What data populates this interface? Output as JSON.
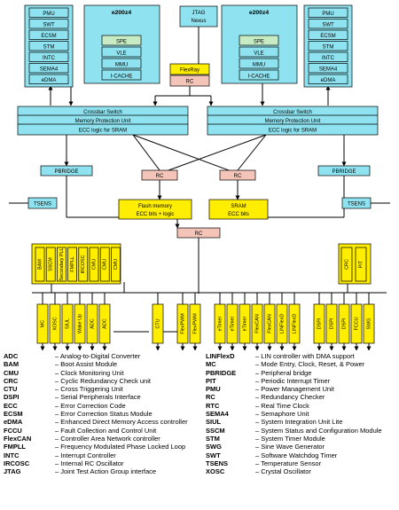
{
  "blocks": {
    "left_core": {
      "title": "e200z4",
      "units": [
        "SPE",
        "VLE",
        "MMU",
        "I-CACHE"
      ]
    },
    "right_core": {
      "title": "e200z4",
      "units": [
        "SPE",
        "VLE",
        "MMU",
        "I-CACHE"
      ]
    },
    "jtag": [
      "JTAG",
      "Nexus"
    ],
    "left_periph": [
      "PMU",
      "SWT",
      "ECSM",
      "STM",
      "INTC",
      "SEMA4",
      "eDMA"
    ],
    "right_periph": [
      "PMU",
      "SWT",
      "ECSM",
      "STM",
      "INTC",
      "SEMA4",
      "eDMA"
    ],
    "flexray": "FlexRay",
    "rc": "RC",
    "crossbar": [
      "Crossbar Switch",
      "Memory Protection Unit",
      "ECC logic for SRAM"
    ],
    "pbridge": "PBRIDGE",
    "tsens": "TSENS",
    "flash": [
      "Flash memory",
      "ECC bits + logic"
    ],
    "sram": [
      "SRAM",
      "ECC bits"
    ],
    "top_row": [
      "BAM",
      "SSCM",
      "Secondary PLL",
      "FMPLL",
      "IRCOSC",
      "CMU",
      "CMU",
      "CMU"
    ],
    "top_right": [
      "CRC",
      "PIT"
    ],
    "bottom_row": [
      "MC",
      "XOSC",
      "SIUL",
      "Wake Up",
      "ADC",
      "ADC",
      "CTU",
      "FlexPWM",
      "FlexPWM",
      "eTimer",
      "eTimer",
      "eTimer",
      "FlexCAN",
      "FlexCAN",
      "LINFlexD",
      "LINFlexD",
      "DSPI",
      "DSPI",
      "DSPI",
      "FCCU",
      "SWG"
    ]
  },
  "legend": {
    "left": [
      {
        "abbr": "ADC",
        "desc": "– Analog-to-Digital Converter"
      },
      {
        "abbr": "BAM",
        "desc": "– Boot Assist Module"
      },
      {
        "abbr": "CMU",
        "desc": "– Clock Monitoring Unit"
      },
      {
        "abbr": "CRC",
        "desc": "– Cyclic Redundancy Check unit"
      },
      {
        "abbr": "CTU",
        "desc": "– Cross Triggering Unit"
      },
      {
        "abbr": "DSPI",
        "desc": "– Serial Peripherals Interface"
      },
      {
        "abbr": "ECC",
        "desc": "– Error Correction Code"
      },
      {
        "abbr": "ECSM",
        "desc": "– Error Correction Status Module"
      },
      {
        "abbr": "eDMA",
        "desc": "– Enhanced Direct Memory Access controller"
      },
      {
        "abbr": "FCCU",
        "desc": "– Fault Collection and Control Unit"
      },
      {
        "abbr": "FlexCAN",
        "desc": "– Controller Area Network controller"
      },
      {
        "abbr": "FMPLL",
        "desc": "– Frequency Modulated Phase Locked Loop"
      },
      {
        "abbr": "INTC",
        "desc": "– Interrupt Controller"
      },
      {
        "abbr": "IRCOSC",
        "desc": "– Internal RC Oscillator"
      },
      {
        "abbr": "JTAG",
        "desc": "– Joint Test Action Group interface"
      }
    ],
    "right": [
      {
        "abbr": "LINFlexD",
        "desc": "– LIN controller with DMA support"
      },
      {
        "abbr": "MC",
        "desc": "– Mode Entry, Clock, Reset, & Power"
      },
      {
        "abbr": "PBRIDGE",
        "desc": "– Peripheral bridge"
      },
      {
        "abbr": "PIT",
        "desc": "– Periodic Interrupt Timer"
      },
      {
        "abbr": "PMU",
        "desc": "– Power Management Unit"
      },
      {
        "abbr": "RC",
        "desc": "– Redundancy Checker"
      },
      {
        "abbr": "RTC",
        "desc": "– Real Time Clock"
      },
      {
        "abbr": "SEMA4",
        "desc": "– Semaphore Unit"
      },
      {
        "abbr": "SIUL",
        "desc": "– System Integration Unit Lite"
      },
      {
        "abbr": "SSCM",
        "desc": "– System Status and Configuration Module"
      },
      {
        "abbr": "STM",
        "desc": "– System Timer Module"
      },
      {
        "abbr": "SWG",
        "desc": "– Sine Wave Generator"
      },
      {
        "abbr": "SWT",
        "desc": "– Software Watchdog Timer"
      },
      {
        "abbr": "TSENS",
        "desc": "– Temperature Sensor"
      },
      {
        "abbr": "XOSC",
        "desc": "– Crystal Oscillator"
      }
    ]
  }
}
